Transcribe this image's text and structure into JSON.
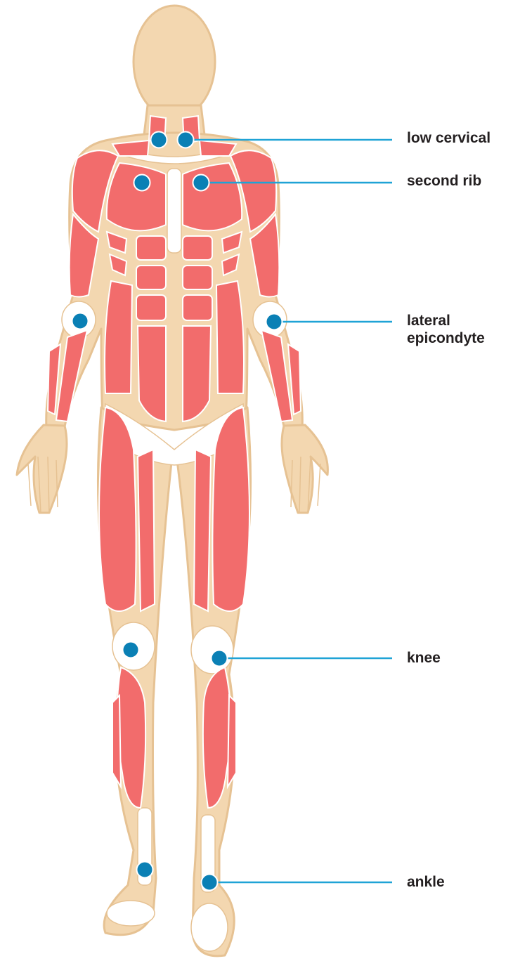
{
  "colors": {
    "skin": "#F3D7B0",
    "skin_outline": "#E6C293",
    "muscle": "#F26C6C",
    "bone": "#FFFFFF",
    "marker": "#0A80B5",
    "leader_line": "#1FA3D6",
    "text": "#231F20"
  },
  "tender_points": [
    {
      "label": "low cervical"
    },
    {
      "label": "second rib"
    },
    {
      "label": "lateral\nepicondyte"
    },
    {
      "label": "knee"
    },
    {
      "label": "ankle"
    }
  ]
}
